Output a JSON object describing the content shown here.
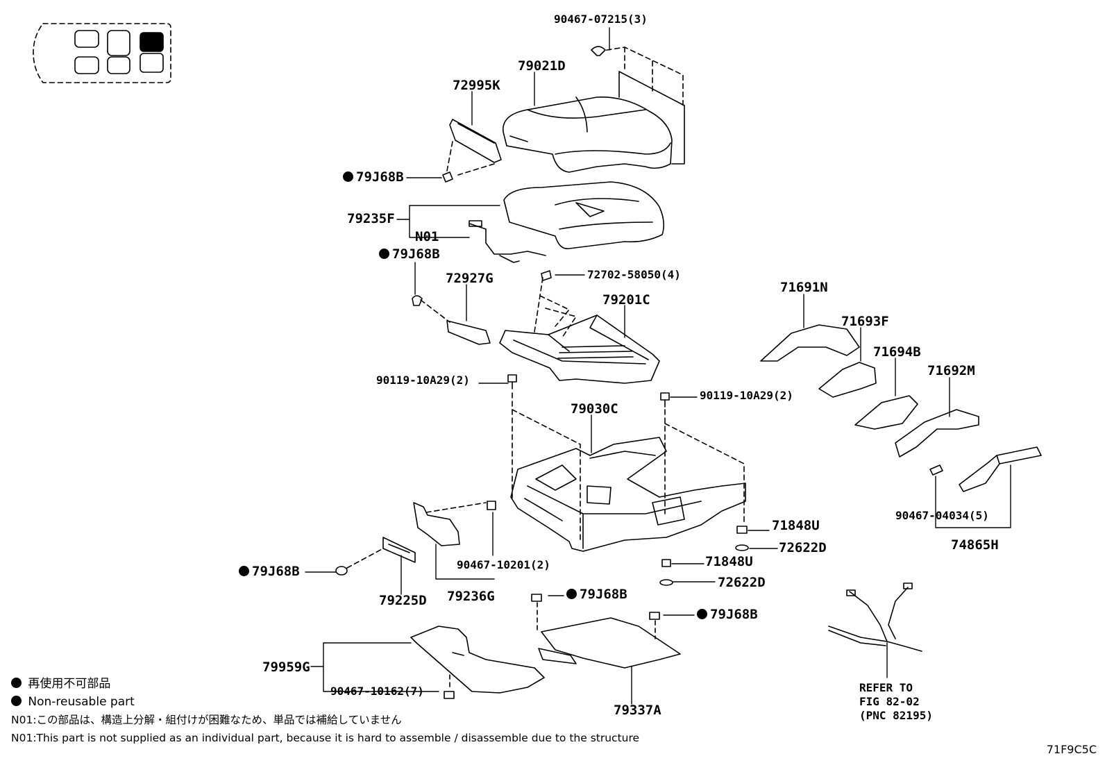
{
  "labels": {
    "p90467_07215": "90467-07215(3)",
    "p79021D": "79021D",
    "p72995K": "72995K",
    "p79J68B_1": "79J68B",
    "p79235F": "79235F",
    "pN01": "N01",
    "p79J68B_2": "79J68B",
    "p72927G": "72927G",
    "p72702_58050": "72702-58050(4)",
    "p79201C": "79201C",
    "p71691N": "71691N",
    "p71693F": "71693F",
    "p71694B": "71694B",
    "p71692M": "71692M",
    "p90119_10A29_a": "90119-10A29(2)",
    "p90119_10A29_b": "90119-10A29(2)",
    "p79030C": "79030C",
    "p71848U_a": "71848U",
    "p72622D_a": "72622D",
    "p71848U_b": "71848U",
    "p72622D_b": "72622D",
    "p90467_04034": "90467-04034(5)",
    "p74865H": "74865H",
    "p79J68B_3": "79J68B",
    "p90467_10201": "90467-10201(2)",
    "p79225D": "79225D",
    "p79236G": "79236G",
    "p79J68B_4": "79J68B",
    "p79J68B_5": "79J68B",
    "p79959G": "79959G",
    "p90467_10162": "90467-10162(7)",
    "p79337A": "79337A"
  },
  "refer": {
    "line1": "REFER TO",
    "line2": "FIG 82-02",
    "line3": "(PNC 82195)"
  },
  "legend": {
    "jp": "再使用不可部品",
    "en": "Non-reusable part"
  },
  "notes": {
    "n01_jp": "N01:この部品は、構造上分解・組付けが困難なため、単品では補給していません",
    "n01_en": "N01:This part is not supplied as an individual part, because it is hard to assemble / disassemble due to the structure"
  },
  "figure_code": "71F9C5C"
}
